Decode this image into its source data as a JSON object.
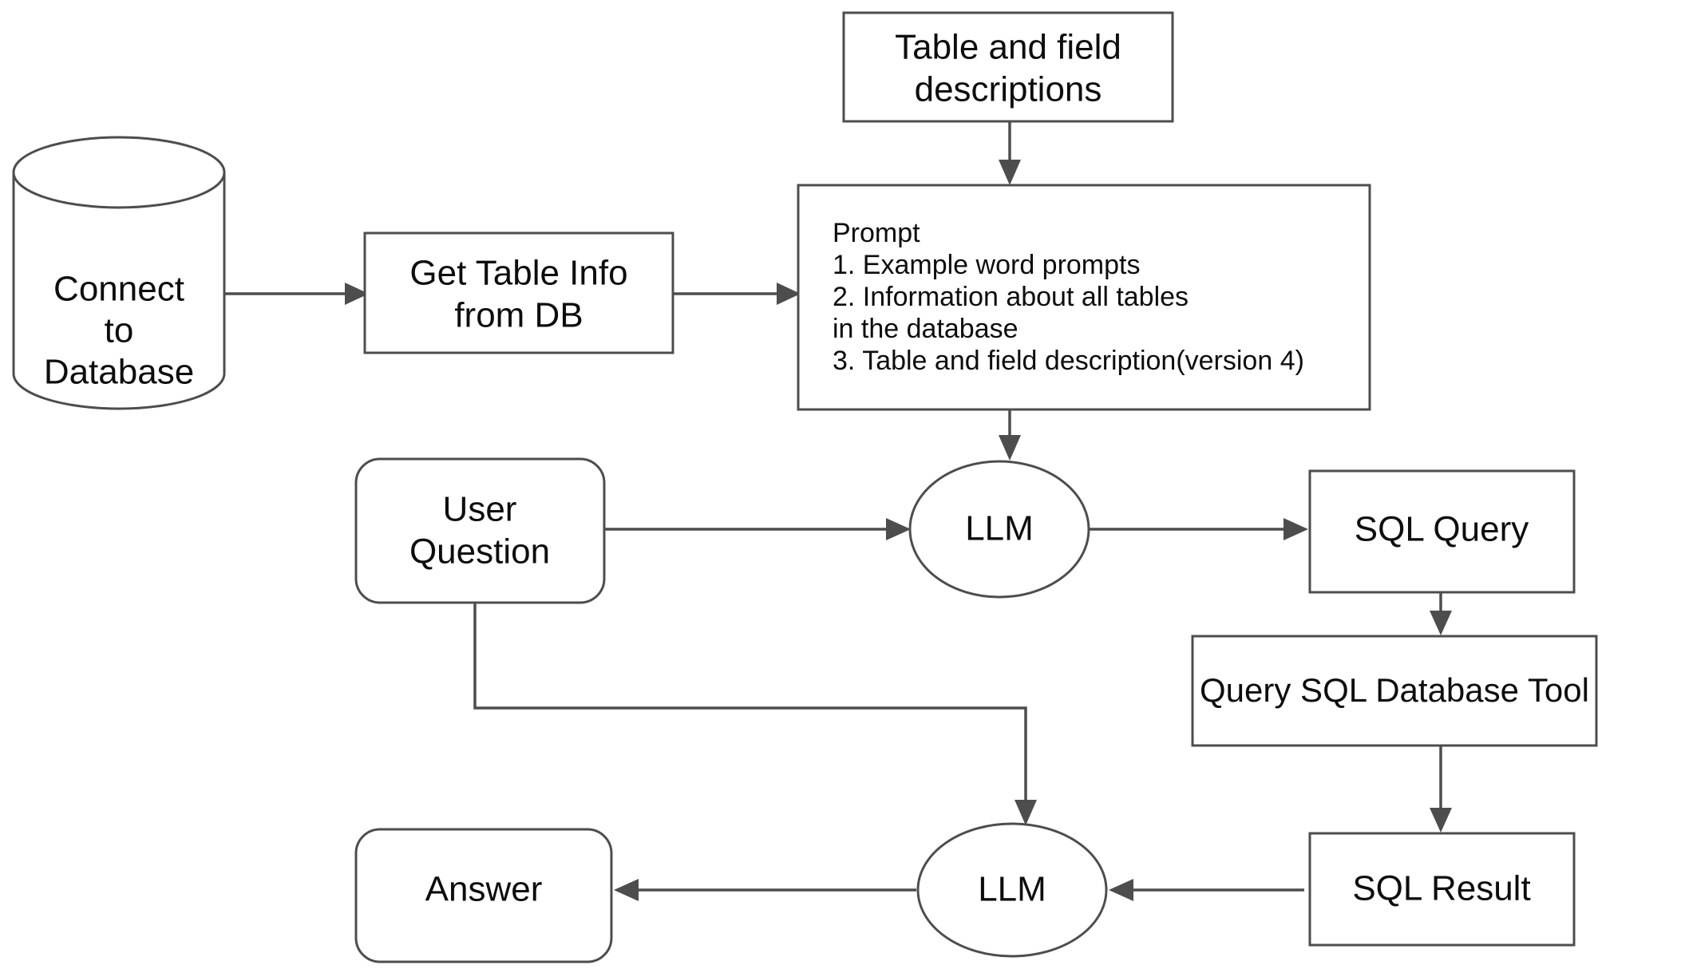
{
  "diagram": {
    "title": "Text-to-SQL LLM pipeline flowchart",
    "colors": {
      "stroke": "#4d4d4d",
      "text": "#0d0d0d",
      "background": "#ffffff"
    },
    "nodes": {
      "connect_db": {
        "shape": "cylinder",
        "lines": [
          "Connect",
          "to",
          "Database"
        ]
      },
      "get_table_info": {
        "shape": "rectangle",
        "lines": [
          "Get Table Info",
          "from DB"
        ]
      },
      "table_field_descriptions": {
        "shape": "rectangle",
        "lines": [
          "Table and field",
          "descriptions"
        ]
      },
      "prompt": {
        "shape": "rectangle",
        "heading": "Prompt",
        "items": [
          "1. Example word prompts",
          "2. Information about all tables",
          "    in the database",
          "3. Table and field description(version 4)"
        ]
      },
      "user_question": {
        "shape": "rounded-rectangle",
        "lines": [
          "User",
          "Question"
        ]
      },
      "llm_top": {
        "shape": "ellipse",
        "label": "LLM"
      },
      "sql_query": {
        "shape": "rectangle",
        "label": "SQL Query"
      },
      "query_sql_database_tool": {
        "shape": "rectangle",
        "label": "Query SQL Database Tool"
      },
      "sql_result": {
        "shape": "rectangle",
        "label": "SQL Result"
      },
      "llm_bottom": {
        "shape": "ellipse",
        "label": "LLM"
      },
      "answer": {
        "shape": "rounded-rectangle",
        "label": "Answer"
      }
    },
    "edges": [
      {
        "name": "connect-db-to-get-table-info",
        "from": "connect_db",
        "to": "get_table_info",
        "direction": "right"
      },
      {
        "name": "get-table-info-to-prompt",
        "from": "get_table_info",
        "to": "prompt",
        "direction": "right"
      },
      {
        "name": "descriptions-to-prompt",
        "from": "table_field_descriptions",
        "to": "prompt",
        "direction": "down"
      },
      {
        "name": "prompt-to-llm-top",
        "from": "prompt",
        "to": "llm_top",
        "direction": "down"
      },
      {
        "name": "user-question-to-llm-top",
        "from": "user_question",
        "to": "llm_top",
        "direction": "right"
      },
      {
        "name": "llm-top-to-sql-query",
        "from": "llm_top",
        "to": "sql_query",
        "direction": "right"
      },
      {
        "name": "sql-query-to-tool",
        "from": "sql_query",
        "to": "query_sql_database_tool",
        "direction": "down"
      },
      {
        "name": "tool-to-sql-result",
        "from": "query_sql_database_tool",
        "to": "sql_result",
        "direction": "down"
      },
      {
        "name": "sql-result-to-llm-bottom",
        "from": "sql_result",
        "to": "llm_bottom",
        "direction": "left"
      },
      {
        "name": "user-question-to-llm-bottom",
        "from": "user_question",
        "to": "llm_bottom",
        "direction": "elbow-down-right"
      },
      {
        "name": "llm-bottom-to-answer",
        "from": "llm_bottom",
        "to": "answer",
        "direction": "left"
      }
    ]
  }
}
